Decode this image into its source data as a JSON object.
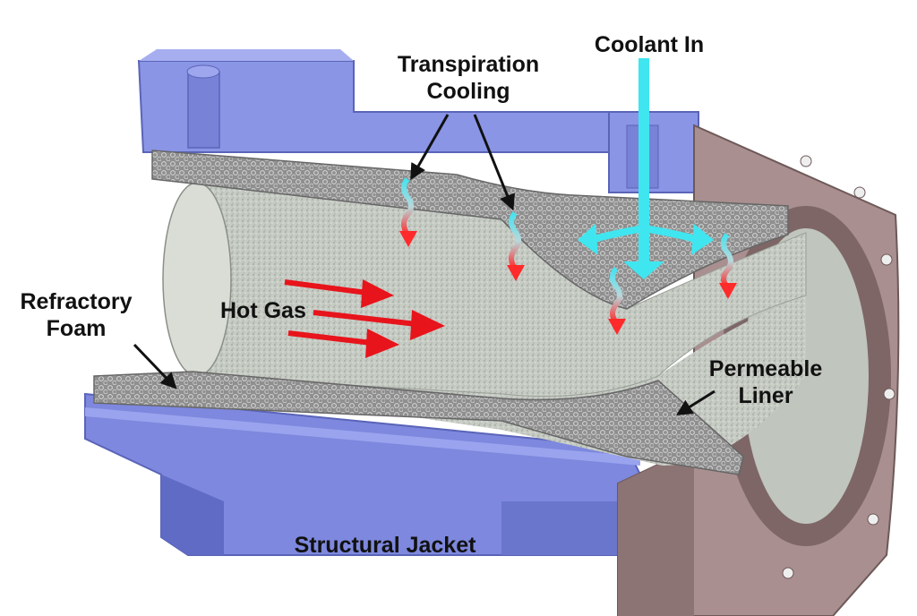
{
  "labels": {
    "coolant_in": "Coolant In",
    "transpiration_line1": "Transpiration",
    "transpiration_line2": "Cooling",
    "refractory_line1": "Refractory",
    "refractory_line2": "Foam",
    "hot_gas": "Hot Gas",
    "permeable_line1": "Permeable",
    "permeable_line2": "Liner",
    "structural_jacket": "Structural Jacket"
  },
  "colors": {
    "jacket": "#8a95e6",
    "jacket_dark": "#5f6bc4",
    "flange": "#a98f8f",
    "flange_dark": "#7e6666",
    "foam": "#9a9a9a",
    "liner_inner": "#c8cdc6",
    "coolant": "#3fe6f0",
    "hot_gas": "#e8141b",
    "text": "#111111"
  }
}
